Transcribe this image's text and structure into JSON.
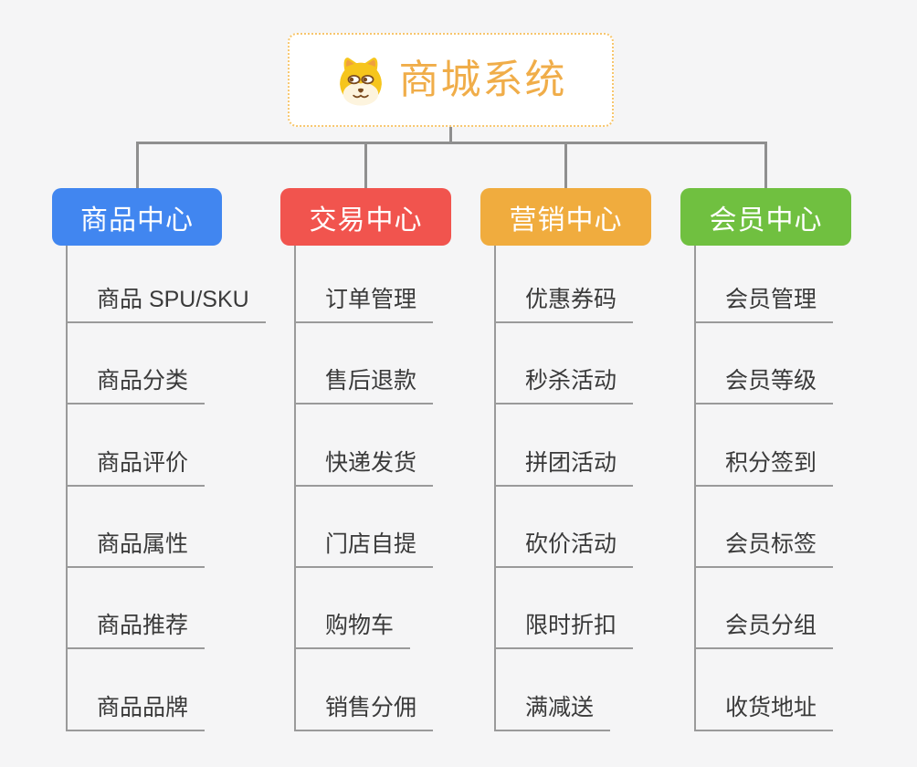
{
  "page": {
    "background": "#f5f5f6",
    "connector_color": "#8f8f8f",
    "line_color": "#9a9a9a"
  },
  "root": {
    "label": "商城系统",
    "icon": "dog-icon",
    "text_color": "#f0ad49",
    "border_color": "#f7c66d",
    "fill": "#ffffff"
  },
  "branches": [
    {
      "label": "商品中心",
      "color": "#4186f0",
      "items": [
        "商品 SPU/SKU",
        "商品分类",
        "商品评价",
        "商品属性",
        "商品推荐",
        "商品品牌"
      ]
    },
    {
      "label": "交易中心",
      "color": "#f1544e",
      "items": [
        "订单管理",
        "售后退款",
        "快递发货",
        "门店自提",
        "购物车",
        "销售分佣"
      ]
    },
    {
      "label": "营销中心",
      "color": "#f0ac3e",
      "items": [
        "优惠券码",
        "秒杀活动",
        "拼团活动",
        "砍价活动",
        "限时折扣",
        "满减送"
      ]
    },
    {
      "label": "会员中心",
      "color": "#70c040",
      "items": [
        "会员管理",
        "会员等级",
        "积分签到",
        "会员标签",
        "会员分组",
        "收货地址"
      ]
    }
  ]
}
